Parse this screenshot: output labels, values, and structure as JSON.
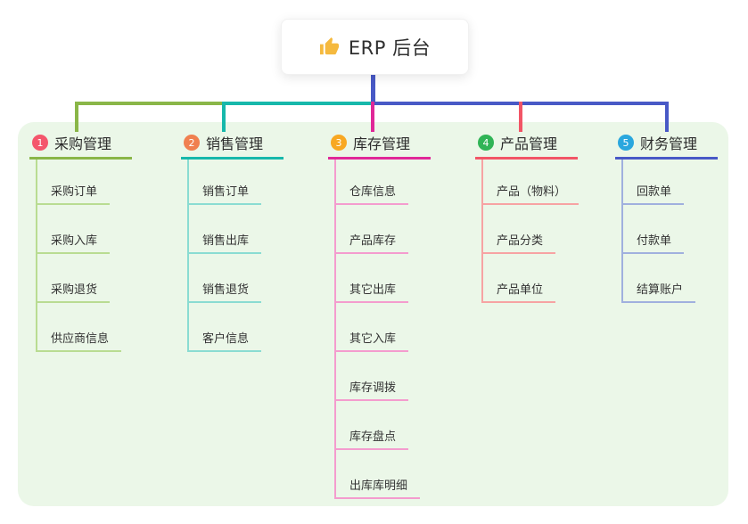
{
  "root": {
    "label": "ERP 后台",
    "icon": "thumbs-up-icon",
    "icon_color": "#f5b93e"
  },
  "colors": {
    "panel_bg": "#ebf7e8",
    "root_connector": "#4859c6",
    "header_text": "#2b2b2b",
    "child_text": "#333333"
  },
  "branches": [
    {
      "badge": "1",
      "label": "采购管理",
      "color": "#8ab648",
      "light_color": "#b9dc92",
      "badge_color": "#f4566c",
      "children": [
        "采购订单",
        "采购入库",
        "采购退货",
        "供应商信息"
      ]
    },
    {
      "badge": "2",
      "label": "销售管理",
      "color": "#17b8ab",
      "light_color": "#8adcd2",
      "badge_color": "#f08050",
      "children": [
        "销售订单",
        "销售出库",
        "销售退货",
        "客户信息"
      ]
    },
    {
      "badge": "3",
      "label": "库存管理",
      "color": "#e02898",
      "light_color": "#f49cce",
      "badge_color": "#f8a822",
      "children": [
        "仓库信息",
        "产品库存",
        "其它出库",
        "其它入库",
        "库存调拨",
        "库存盘点",
        "出库库明细"
      ]
    },
    {
      "badge": "4",
      "label": "产品管理",
      "color": "#f25566",
      "light_color": "#f7a3a3",
      "badge_color": "#30b456",
      "children": [
        "产品（物料）",
        "产品分类",
        "产品单位"
      ]
    },
    {
      "badge": "5",
      "label": "财务管理",
      "color": "#4859c6",
      "light_color": "#a0b0de",
      "badge_color": "#2aa7de",
      "children": [
        "回款单",
        "付款单",
        "结算账户"
      ]
    }
  ]
}
